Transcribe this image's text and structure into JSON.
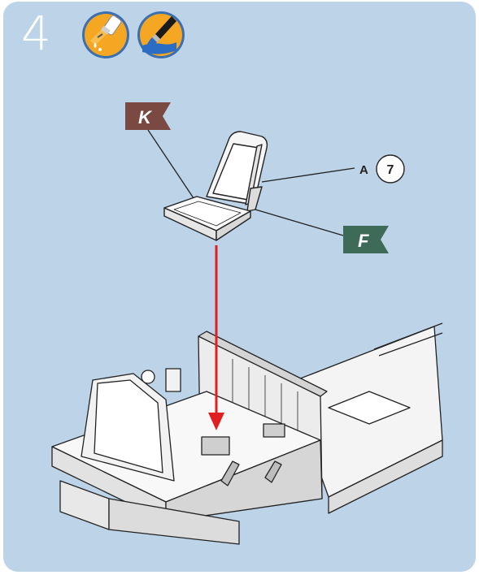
{
  "step": {
    "number": "4"
  },
  "icons": {
    "glue": "glue-drop-icon",
    "paint": "paintbrush-icon"
  },
  "callouts": {
    "flag_k": "K",
    "flag_f": "F",
    "part_letter": "A",
    "part_number": "7"
  },
  "colors": {
    "panel_bg": "#bcd3e8",
    "badge_orange": "#f5a623",
    "flag_k": "#7a4a42",
    "flag_f": "#3e6b57",
    "arrow": "#e02020"
  }
}
